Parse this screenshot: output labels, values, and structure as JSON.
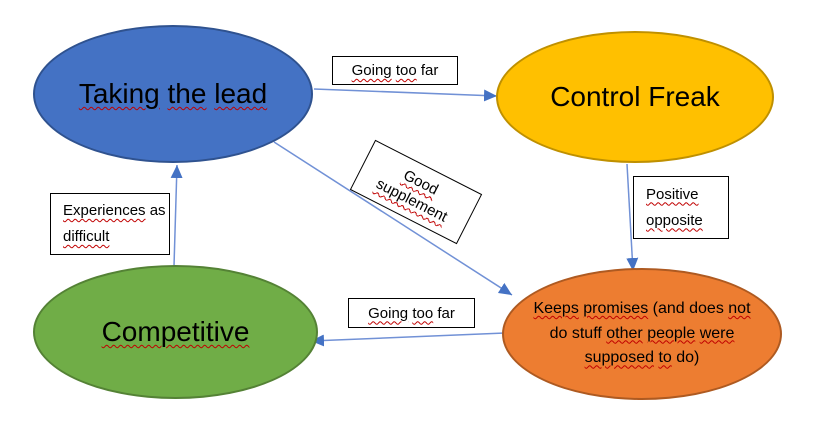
{
  "colors": {
    "arrow_line": "#7191d6",
    "arrow_head": "#4472C4",
    "squiggle": "#C00000",
    "box_border": "#000000",
    "box_fill": "#FFFFFF",
    "bg": "#FFFFFF"
  },
  "diagram": {
    "nodes": {
      "taking_the_lead": {
        "label": "Taking the lead",
        "words": [
          {
            "t": "Taking",
            "sq": true
          },
          {
            "t": "the",
            "sq": true
          },
          {
            "t": "lead",
            "sq": true
          }
        ],
        "fill": "#4472C4",
        "stroke": "#2F528F"
      },
      "control_freak": {
        "label": "Control Freak",
        "words": [
          {
            "t": "Control",
            "sq": false
          },
          {
            "t": "Freak",
            "sq": false
          }
        ],
        "fill": "#FFC000",
        "stroke": "#BF9000"
      },
      "competitive": {
        "label": "Competitive",
        "words": [
          {
            "t": "Competitive",
            "sq": true
          }
        ],
        "fill": "#70AD47",
        "stroke": "#548235"
      },
      "keeps_promises": {
        "label": "Keeps promises (and does not do stuff other people were supposed to do)",
        "words": [
          {
            "t": "Keeps",
            "sq": true
          },
          {
            "t": "promises",
            "sq": true
          },
          {
            "t": "(and",
            "sq": false
          },
          {
            "t": "does",
            "sq": false
          },
          {
            "t": "not",
            "sq": true
          },
          {
            "t": "do",
            "sq": false
          },
          {
            "t": "stuff",
            "sq": false
          },
          {
            "t": "other",
            "sq": true
          },
          {
            "t": "people",
            "sq": true
          },
          {
            "t": "were",
            "sq": true
          },
          {
            "t": "supposed",
            "sq": true
          },
          {
            "t": "to",
            "sq": true
          },
          {
            "t": "do)",
            "sq": false
          }
        ],
        "fill": "#ED7D31",
        "stroke": "#AE5A21"
      }
    },
    "edge_labels": {
      "going_too_far_top": {
        "label": "Going too far",
        "words": [
          {
            "t": "Going",
            "sq": true
          },
          {
            "t": "too",
            "sq": true
          },
          {
            "t": "far",
            "sq": false
          }
        ]
      },
      "positive_opposite": {
        "label": "Positive opposite",
        "words": [
          {
            "t": "Positive",
            "sq": true
          },
          {
            "t": "opposite",
            "sq": true
          }
        ]
      },
      "good_supplement": {
        "label": "Good supplement",
        "words": [
          {
            "t": "Good",
            "sq": true
          },
          {
            "t": "supplement",
            "sq": true
          }
        ]
      },
      "going_too_far_bottom": {
        "label": "Going too far",
        "words": [
          {
            "t": "Going",
            "sq": true
          },
          {
            "t": "too",
            "sq": true
          },
          {
            "t": "far",
            "sq": false
          }
        ]
      },
      "experiences_as_difficult": {
        "label": "Experiences as difficult",
        "words": [
          {
            "t": "Experiences",
            "sq": true
          },
          {
            "t": "as",
            "sq": false
          },
          {
            "t": "difficult",
            "sq": true
          }
        ]
      }
    },
    "edges": [
      {
        "from": "taking_the_lead",
        "to": "control_freak",
        "label": "Going too far"
      },
      {
        "from": "control_freak",
        "to": "keeps_promises",
        "label": "Positive opposite"
      },
      {
        "from": "taking_the_lead",
        "to": "keeps_promises",
        "label": "Good supplement"
      },
      {
        "from": "keeps_promises",
        "to": "competitive",
        "label": "Going too far"
      },
      {
        "from": "competitive",
        "to": "taking_the_lead",
        "label": "Experiences as difficult"
      }
    ]
  }
}
